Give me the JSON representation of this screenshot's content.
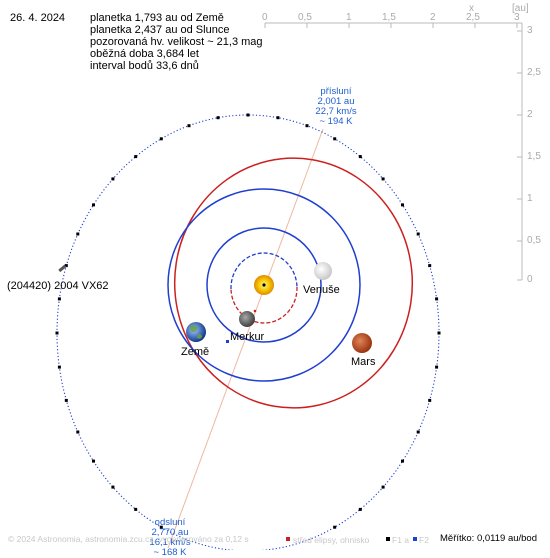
{
  "date": "26. 4. 2024",
  "info": [
    "planetka 1,793 au od Země",
    "planetka 2,437 au od Slunce",
    "pozorovaná hv. velikost ~ 21,3 mag",
    "oběžná doba 3,684 let",
    "interval bodů 33,6 dnů"
  ],
  "object_label": "(204420) 2004 VX62",
  "planets": {
    "venuse": "Venuše",
    "merkur": "Merkur",
    "zeme": "Země",
    "mars": "Mars"
  },
  "perihelion": [
    "přísluní",
    "2,001 au",
    "22,7 km/s",
    "~ 194 K"
  ],
  "aphelion": [
    "odsluní",
    "2,770 au",
    "16,1 km/s",
    "~ 168 K"
  ],
  "axis": {
    "x_ticks": [
      "0",
      "0,5",
      "1",
      "1,5",
      "2",
      "2,5",
      "3"
    ],
    "y_ticks": [
      "3",
      "2,5",
      "2",
      "1,5",
      "1",
      "0,5",
      "0"
    ],
    "x_name": "x",
    "unit": "[au]"
  },
  "footer": {
    "copyright": "© 2024 Astronomia, astronomia.zcu.cz, vygenerováno za 0,12 s",
    "legend": "střed elipsy, ohnisko",
    "f1": "F1 a",
    "f2": "F2",
    "scale": "Měřítko: 0,0119 au/bod"
  },
  "colors": {
    "earth_orbit": "#1f3fcf",
    "mars_orbit": "#cc2020",
    "asteroid_orbit": "#1f3fcf",
    "apsides_line": "#f0b8a0",
    "axis": "#bbbbbb",
    "sun": "#f5c400"
  }
}
